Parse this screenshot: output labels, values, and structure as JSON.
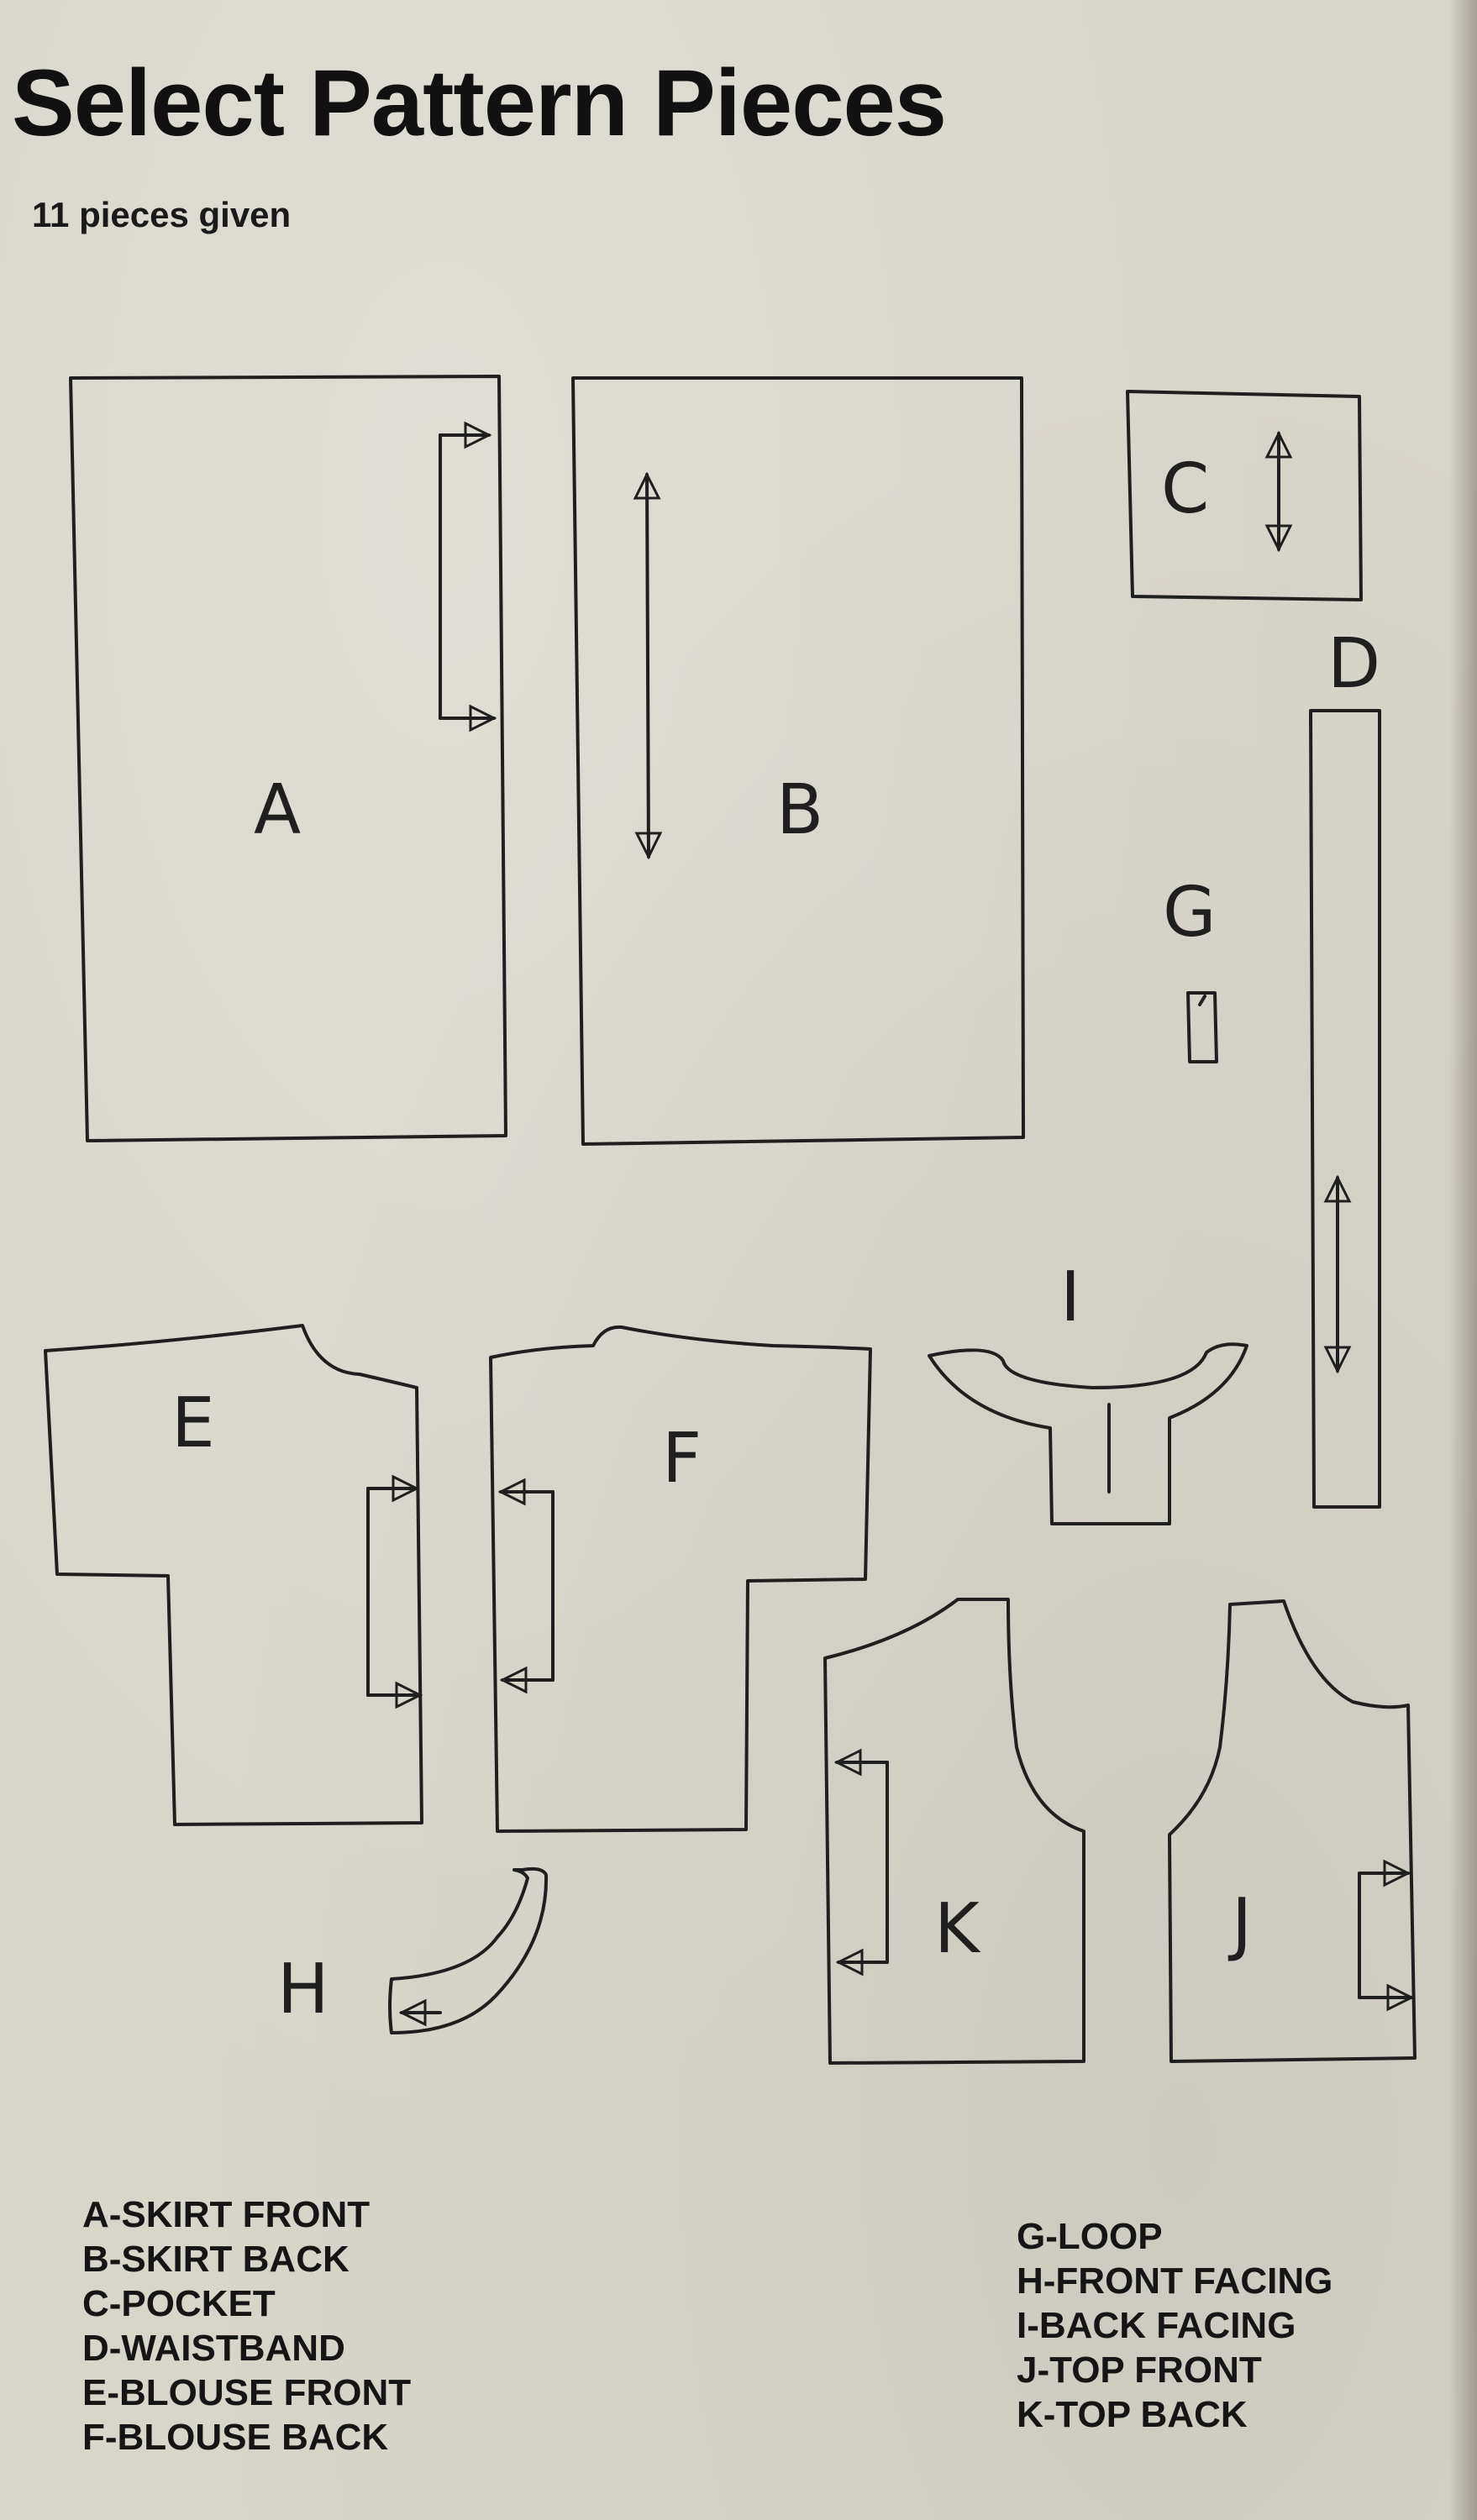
{
  "header": {
    "title": "Select Pattern Pieces",
    "subtitle": "11 pieces given"
  },
  "pieces": {
    "A": "A",
    "B": "B",
    "C": "C",
    "D": "D",
    "E": "E",
    "F": "F",
    "G": "G",
    "H": "H",
    "I": "I",
    "J": "J",
    "K": "K"
  },
  "legend_left": [
    "A-SKIRT FRONT",
    "B-SKIRT BACK",
    "C-POCKET",
    "D-WAISTBAND",
    "E-BLOUSE FRONT",
    "F-BLOUSE BACK"
  ],
  "legend_right": [
    "G-LOOP",
    "H-FRONT FACING",
    "I-BACK FACING",
    "J-TOP FRONT",
    "K-TOP BACK"
  ]
}
